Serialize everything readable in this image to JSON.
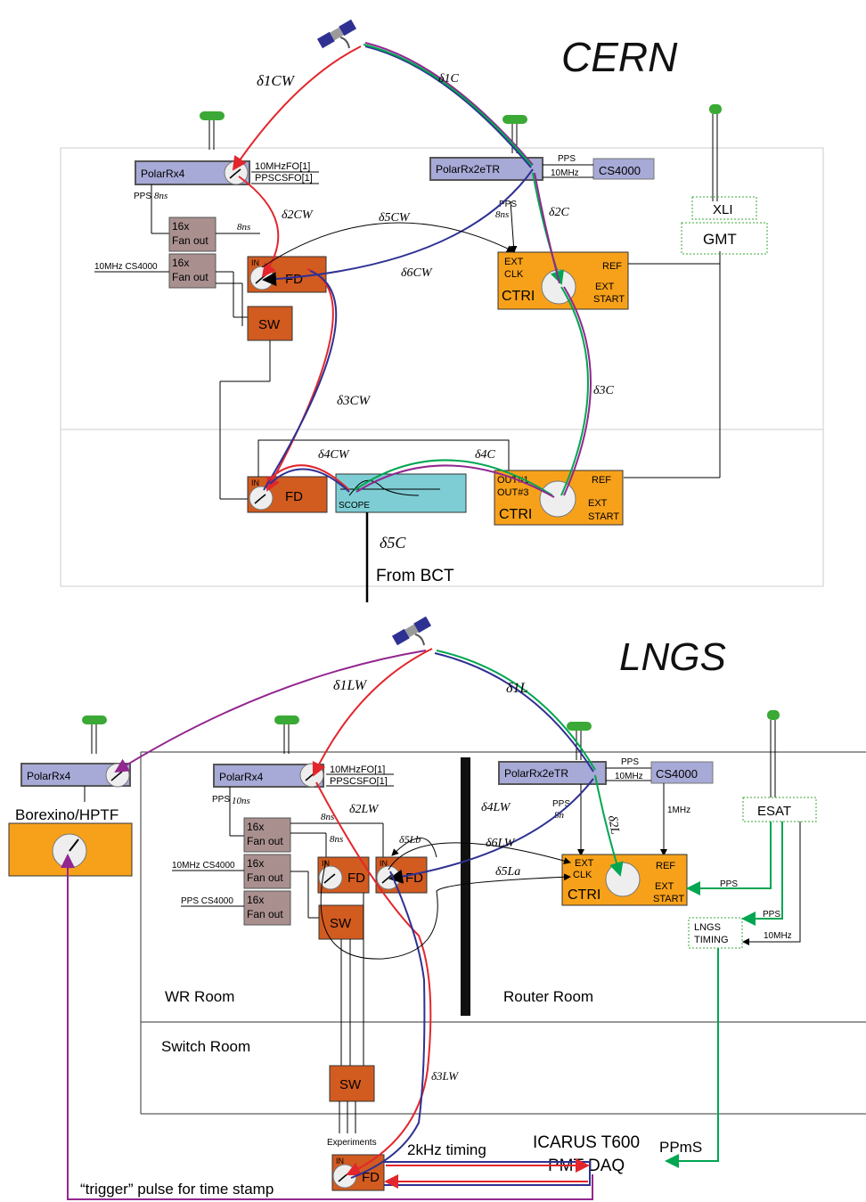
{
  "cern": {
    "title": "CERN",
    "polarrx4": "PolarRx4",
    "polarrx2etr": "PolarRx2eTR",
    "cs4000": "CS4000",
    "out_10mhz": "10MHzFO[1]",
    "out_pps": "PPSCSFO[1]",
    "pps_label": "PPS",
    "pps_delay": "8ns",
    "pps_label_2": "PPS",
    "tenmhz_label": "10MHz",
    "fanout": "16x",
    "fanout2": "Fan out",
    "fanout_delay": "8ns",
    "tenmhz_cs4000": "10MHz CS4000",
    "fd": "FD",
    "in": "IN",
    "sw": "SW",
    "xli": "XLI",
    "gmt": "GMT",
    "ctri": "CTRI",
    "ext_clk": "EXT",
    "ext_clk2": "CLK",
    "ref": "REF",
    "ext_start": "EXT",
    "ext_start2": "START",
    "pps_delay_2": "8ns",
    "out1": "OUT#1",
    "out3": "OUT#3",
    "scope": "SCOPE",
    "from_bct": "From BCT",
    "d1cw": "δ1CW",
    "d1c": "δ1C",
    "d2cw": "δ2CW",
    "d5cw": "δ5CW",
    "d2c": "δ2C",
    "d6cw": "δ6CW",
    "d3cw": "δ3CW",
    "d3c": "δ3C",
    "d4cw": "δ4CW",
    "d4c": "δ4C",
    "d5c": "δ5C"
  },
  "lngs": {
    "title": "LNGS",
    "polarrx4_ext": "PolarRx4",
    "borexino": "Borexino/HPTF",
    "polarrx4": "PolarRx4",
    "out_10mhz": "10MHzFO[1]",
    "out_pps": "PPSCSFO[1]",
    "pps_label": "PPS",
    "pps_delay": "10ns",
    "fanout_delay": "8ns",
    "fanout_delay2": "8ns",
    "fanout": "16x",
    "fanout2": "Fan out",
    "tenmhz_cs4000": "10MHz CS4000",
    "pps_cs4000": "PPS CS4000",
    "fd": "FD",
    "in": "IN",
    "sw": "SW",
    "polarrx2etr": "PolarRx2eTR",
    "cs4000": "CS4000",
    "pps_label_2": "PPS",
    "tenmhz_label": "10MHz",
    "pps_label_3": "PPS",
    "pps_n": "8n",
    "onemhz": "1MHz",
    "esat": "ESAT",
    "ctri": "CTRI",
    "ext_clk": "EXT",
    "ext_clk2": "CLK",
    "ref": "REF",
    "ext_start": "EXT",
    "ext_start2": "START",
    "pps_a": "PPS",
    "pps_b": "PPS",
    "tenmhz_b": "10MHz",
    "lngs_timing": "LNGS",
    "lngs_timing2": "TIMING",
    "wr_room": "WR Room",
    "router_room": "Router Room",
    "switch_room": "Switch Room",
    "experiments": "Experiments",
    "khz_timing": "2kHz timing",
    "icarus": "ICARUS T600",
    "pmt_daq": "PMT DAQ",
    "ppms": "PPmS",
    "trigger": "“trigger” pulse for time stamp",
    "d1lw": "δ1LW",
    "d1l": "δ1L",
    "d2lw": "δ2LW",
    "d2l": "δ2L",
    "d4lw": "δ4LW",
    "d5lb": "δ5Lb",
    "d6lw": "δ6LW",
    "d5la": "δ5La",
    "d3lw": "δ3LW"
  },
  "colors": {
    "red": "#e2262c",
    "blue": "#2e3192",
    "green": "#00a651",
    "purple": "#92278f",
    "receiver": "#a7a9d6",
    "orange": "#f7a11a",
    "fd": "#d25b20",
    "fanout": "#a9908f",
    "scope": "#7ecdd4",
    "antenna": "#3aa935"
  }
}
